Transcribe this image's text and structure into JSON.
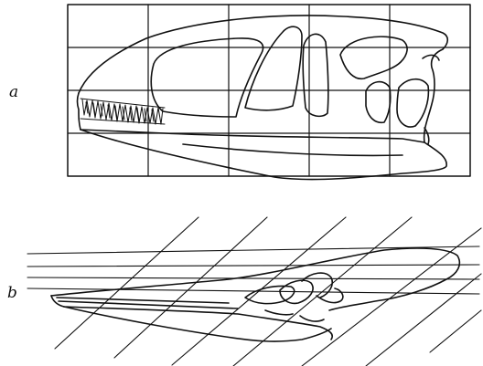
{
  "panels": [
    {
      "id": "a",
      "label": "a"
    },
    {
      "id": "b",
      "label": "b"
    }
  ],
  "colors": {
    "ink": "#111111",
    "paper": "#ffffff"
  }
}
